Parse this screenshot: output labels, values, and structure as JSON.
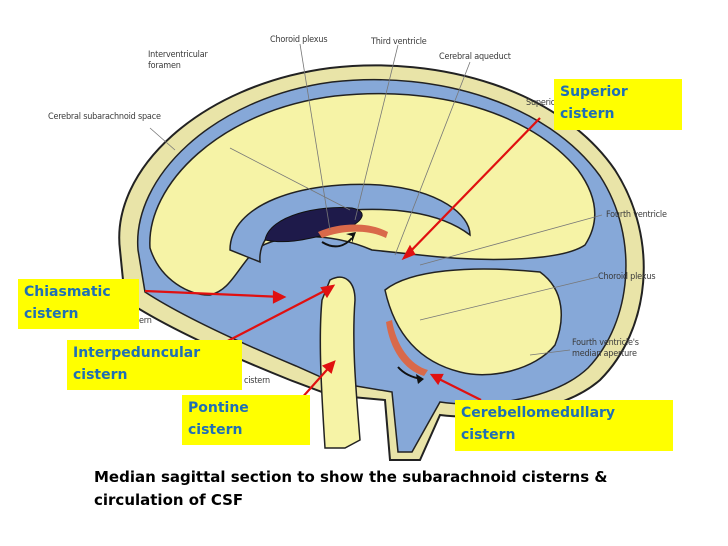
{
  "diagram": {
    "title": "Median sagittal section to show the subarachnoid cisterns & circulation of CSF",
    "caption_line1": "Median sagittal section to show the subarachnoid cisterns &",
    "caption_line2": "circulation of CSF",
    "colors": {
      "brain": "#f6f3a6",
      "csf": "#86a8d8",
      "ventricle_dark": "#1e1a4a",
      "choroid": "#d9694a",
      "skull": "#e9e4a8",
      "callout_bg": "#ffff00",
      "callout_text": "#1f6fb5",
      "arrow": "#e01010"
    },
    "original_labels": [
      {
        "text": "Choroid plexus"
      },
      {
        "text": "Third ventricle"
      },
      {
        "text": "Interventricular"
      },
      {
        "text": "foramen"
      },
      {
        "text": "Cerebral aqueduct"
      },
      {
        "text": "Cerebral subarachnoid space"
      },
      {
        "text": "Superio"
      },
      {
        "text": "Fourth ventricle"
      },
      {
        "text": "Choroid plexus"
      },
      {
        "text": "Fourth ventricle's"
      },
      {
        "text": "median aperture"
      },
      {
        "text": "ern"
      },
      {
        "text": "cistern"
      }
    ],
    "callouts": [
      {
        "text": "Superior\ncistern"
      },
      {
        "text": "Chiasmatic\ncistern"
      },
      {
        "text": "Interpeduncular\ncistern"
      },
      {
        "text": "Pontine\ncistern"
      },
      {
        "text": "Cerebellomedullary cistern"
      }
    ]
  }
}
